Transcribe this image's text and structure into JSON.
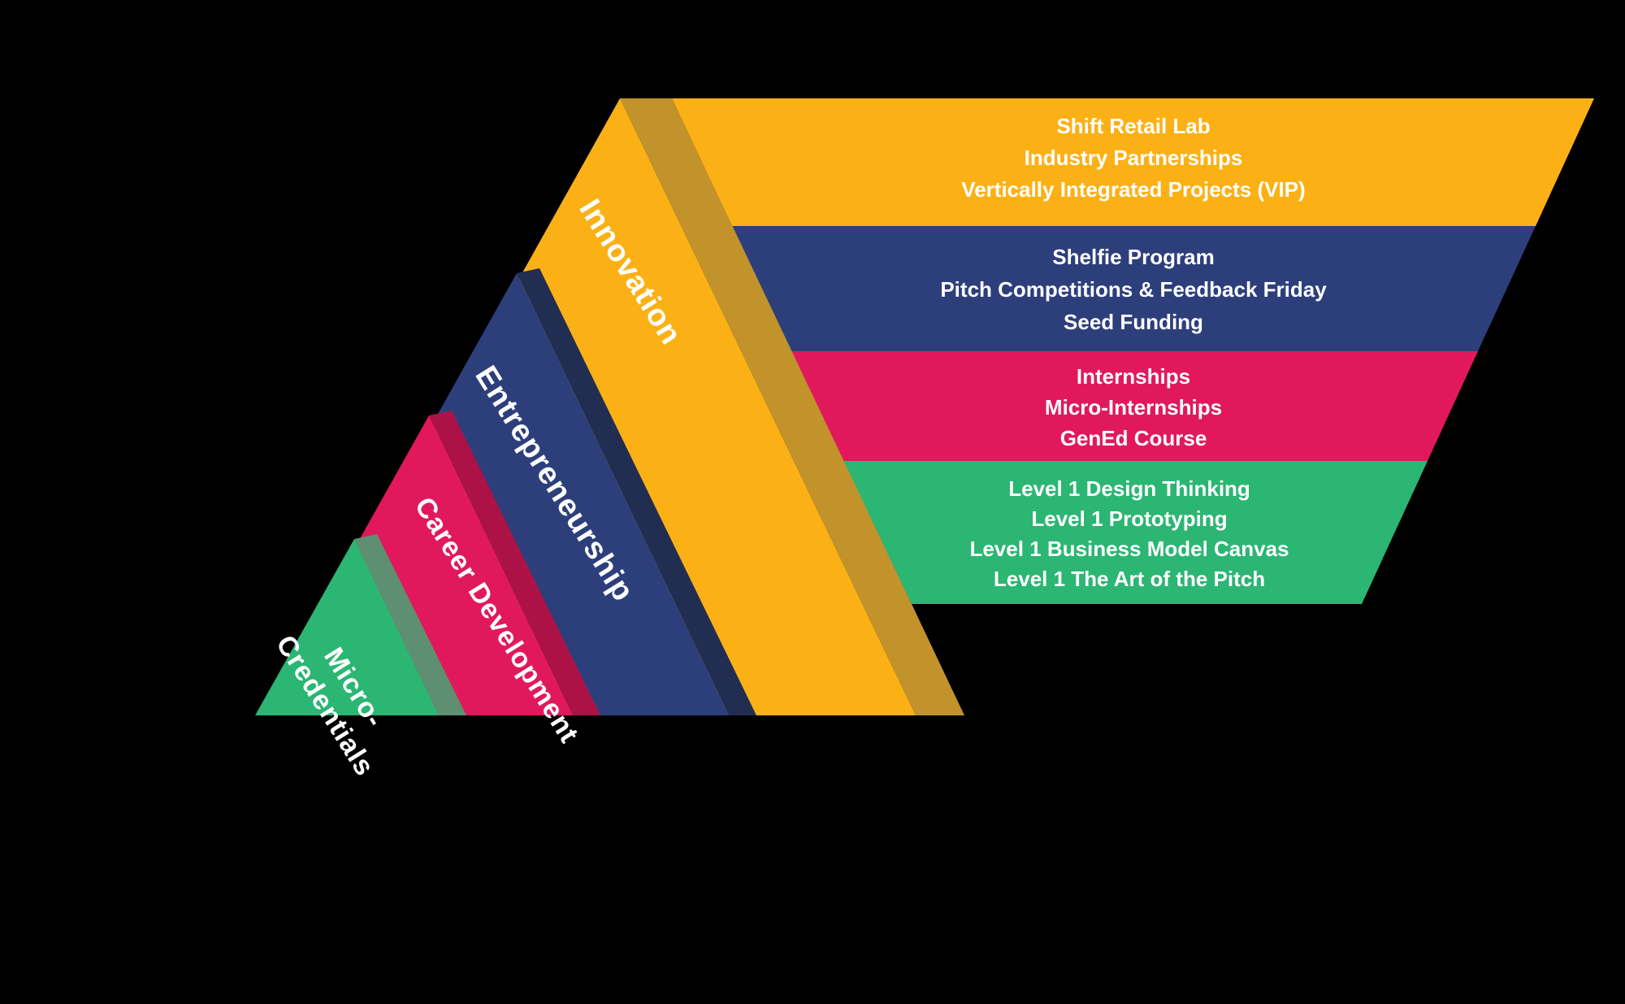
{
  "background_color": "#000000",
  "text_color": "#FFFFFF",
  "bands": [
    {
      "label": "Innovation",
      "color": "#FBB116",
      "shadow_color": "#C2922B",
      "items": [
        "Shift Retail Lab",
        "Industry Partnerships",
        "Vertically Integrated Projects (VIP)"
      ]
    },
    {
      "label": "Entrepreneurship",
      "color": "#2D3F7B",
      "shadow_color": "#222D52",
      "items": [
        "Shelfie Program",
        "Pitch Competitions & Feedback Friday",
        "Seed Funding"
      ]
    },
    {
      "label": "Career Development",
      "color": "#E1195C",
      "shadow_color": "#AC1246",
      "items": [
        "Internships",
        "Micro-Internships",
        "GenEd Course"
      ]
    },
    {
      "label": "Micro-Credentials",
      "label_lines": [
        "Micro-",
        "Credentials"
      ],
      "color": "#2BB673",
      "shadow_color": "#5E8F70",
      "items": [
        "Level 1 Design Thinking",
        "Level 1 Prototyping",
        "Level 1 Business Model Canvas",
        "Level 1 The Art of the Pitch"
      ]
    }
  ]
}
